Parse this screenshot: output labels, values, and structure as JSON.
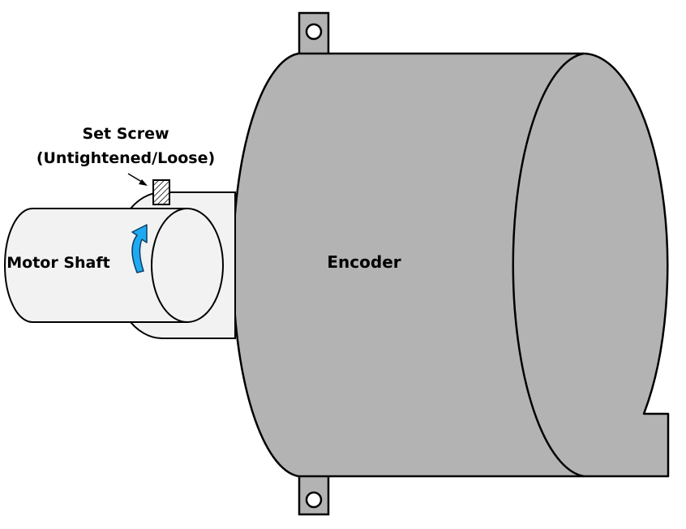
{
  "labels": {
    "set_screw_line1": "Set Screw",
    "set_screw_line2": "(Untightened/Loose)",
    "motor_shaft": "Motor Shaft",
    "encoder": "Encoder"
  },
  "colors": {
    "encoder_body": "#b3b3b3",
    "shaft_fill": "#f2f2f2",
    "rotation_arrow": "#1eaaf1",
    "outline": "#000000"
  }
}
